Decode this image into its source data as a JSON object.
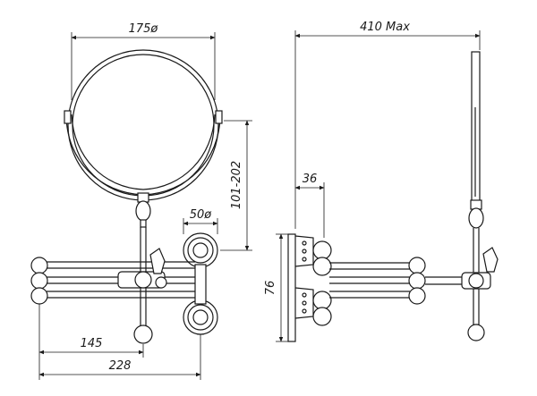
{
  "dimensions": {
    "mirror_diameter": "175ø",
    "max_projection": "410 Max",
    "vertical_adjust": "101-202",
    "flange_diameter": "50ø",
    "wall_offset": "36",
    "flange_spacing": "76",
    "arm_reach_short": "145",
    "arm_reach_total": "228"
  }
}
